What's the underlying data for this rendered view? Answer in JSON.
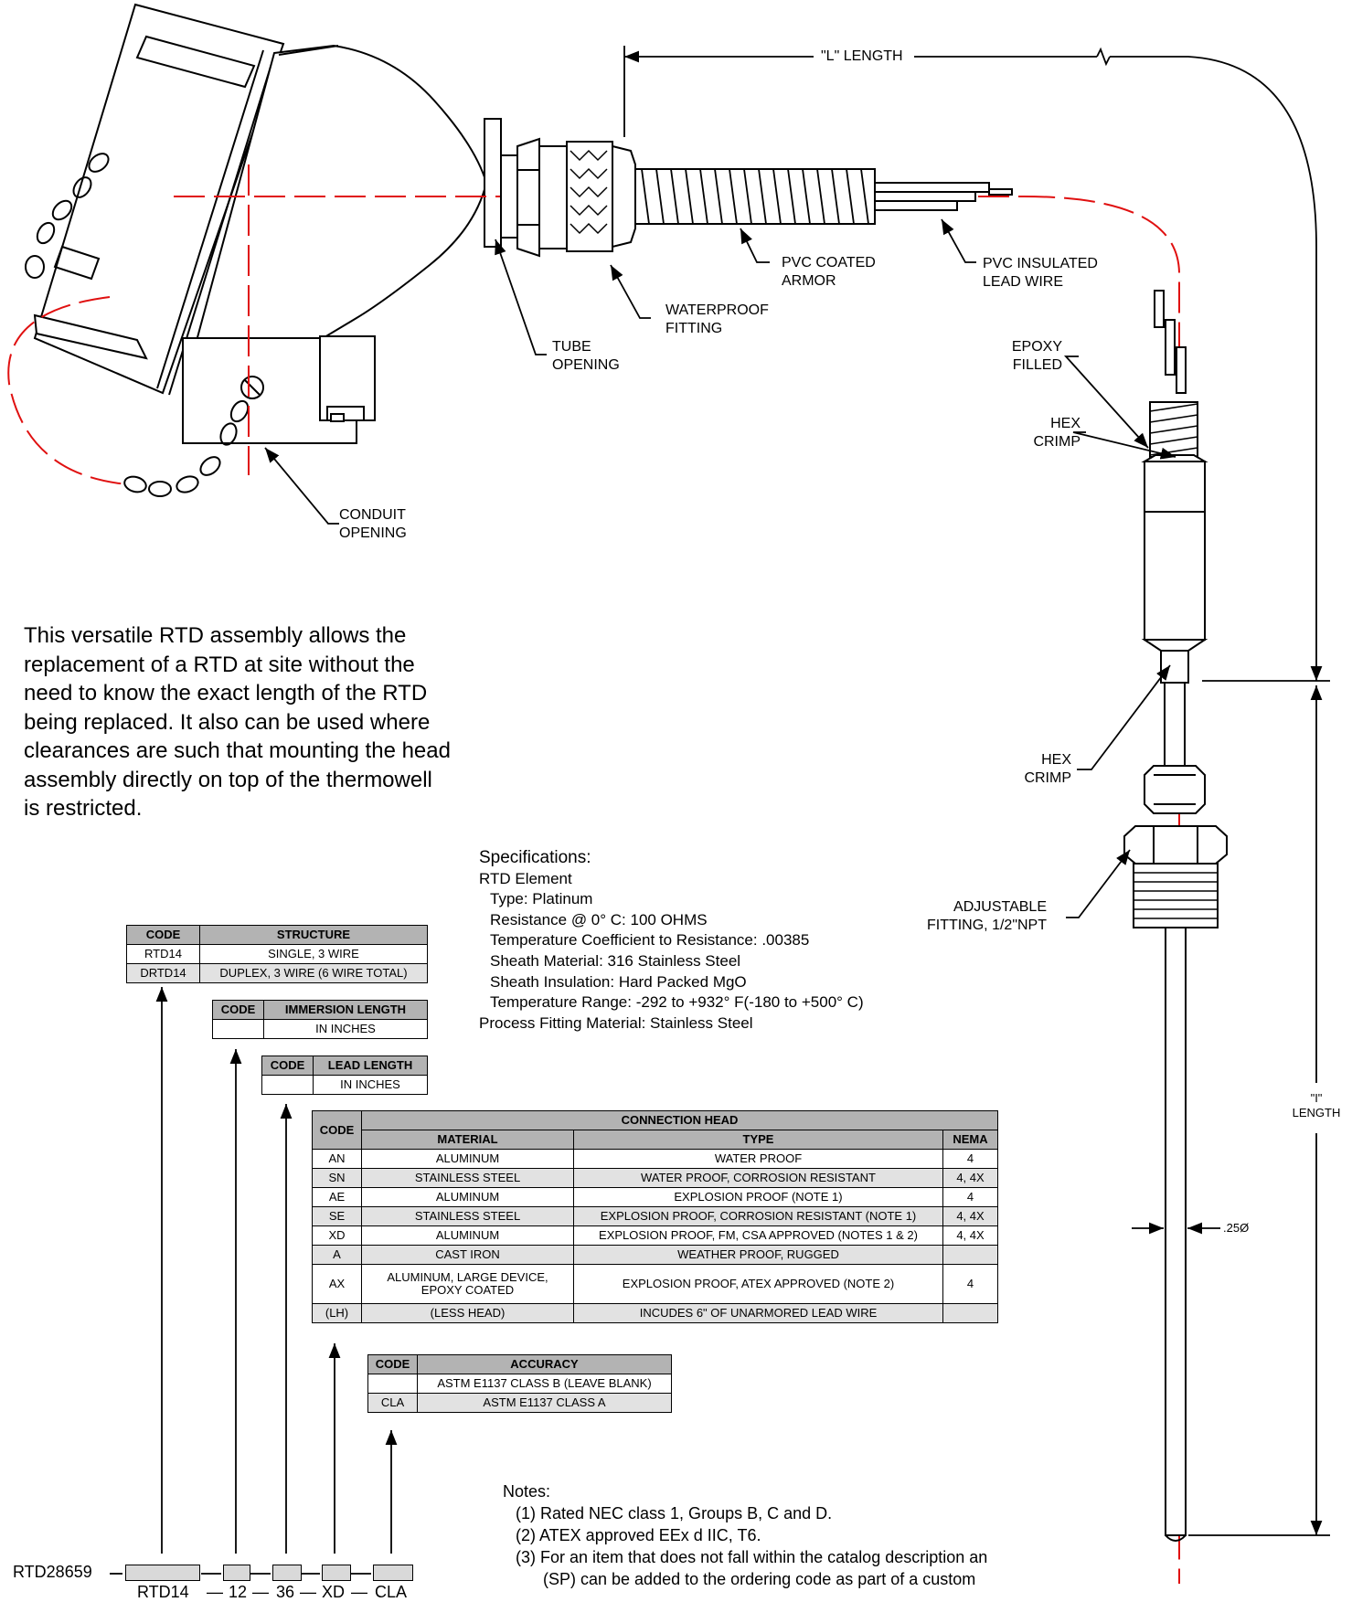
{
  "labels": {
    "l_length": "\"L\" LENGTH",
    "pvc_coated_armor": [
      "PVC COATED",
      "ARMOR"
    ],
    "pvc_insulated_lead": [
      "PVC INSULATED",
      "LEAD WIRE"
    ],
    "waterproof_fitting": [
      "WATERPROOF",
      "FITTING"
    ],
    "tube_opening": [
      "TUBE",
      "OPENING"
    ],
    "conduit_opening": [
      "CONDUIT",
      "OPENING"
    ],
    "epoxy_filled": [
      "EPOXY",
      "FILLED"
    ],
    "hex_crimp_top": [
      "HEX",
      "CRIMP"
    ],
    "hex_crimp_bottom": [
      "HEX",
      "CRIMP"
    ],
    "adjustable_fitting": [
      "ADJUSTABLE",
      "FITTING, 1/2\"NPT"
    ],
    "i_length": [
      "\"I\"",
      "LENGTH"
    ],
    "diameter": ".25Ø"
  },
  "description": "This versatile RTD assembly allows the replacement of a RTD at site without the need to know the exact length of the RTD being replaced.  It also can be used where clearances are such that mounting the head assembly directly on top of the thermowell is restricted.",
  "specifications": {
    "heading": "Specifications:",
    "rtd_element": "RTD Element",
    "items": [
      "Type: Platinum",
      "Resistance @ 0° C: 100 OHMS",
      "Temperature Coefficient to Resistance: .00385",
      "Sheath Material: 316 Stainless Steel",
      "Sheath Insulation: Hard Packed MgO",
      "Temperature Range: -292 to +932° F(-180 to +500° C)"
    ],
    "process_fitting": "Process Fitting Material: Stainless Steel"
  },
  "structure_table": {
    "headers": [
      "CODE",
      "STRUCTURE"
    ],
    "rows": [
      {
        "code": "RTD14",
        "structure": "SINGLE, 3 WIRE"
      },
      {
        "code": "DRTD14",
        "structure": "DUPLEX, 3 WIRE (6 WIRE TOTAL)"
      }
    ]
  },
  "immersion_table": {
    "headers": [
      "CODE",
      "IMMERSION LENGTH"
    ],
    "value": "IN INCHES"
  },
  "lead_table": {
    "headers": [
      "CODE",
      "LEAD LENGTH"
    ],
    "value": "IN INCHES"
  },
  "head_table": {
    "code": "CODE",
    "title": "CONNECTION HEAD",
    "headers": [
      "MATERIAL",
      "TYPE",
      "NEMA"
    ],
    "rows": [
      {
        "code": "AN",
        "material": "ALUMINUM",
        "type": "WATER PROOF",
        "nema": "4"
      },
      {
        "code": "SN",
        "material": "STAINLESS STEEL",
        "type": "WATER PROOF, CORROSION RESISTANT",
        "nema": "4, 4X"
      },
      {
        "code": "AE",
        "material": "ALUMINUM",
        "type": "EXPLOSION PROOF (NOTE 1)",
        "nema": "4"
      },
      {
        "code": "SE",
        "material": "STAINLESS STEEL",
        "type": "EXPLOSION PROOF, CORROSION RESISTANT (NOTE 1)",
        "nema": "4, 4X"
      },
      {
        "code": "XD",
        "material": "ALUMINUM",
        "type": "EXPLOSION PROOF, FM, CSA APPROVED (NOTES 1 & 2)",
        "nema": "4, 4X"
      },
      {
        "code": "A",
        "material": "CAST IRON",
        "type": "WEATHER PROOF, RUGGED",
        "nema": ""
      },
      {
        "code": "AX",
        "material": "ALUMINUM, LARGE DEVICE, EPOXY COATED",
        "type": "EXPLOSION PROOF, ATEX APPROVED (NOTE 2)",
        "nema": "4"
      },
      {
        "code": "(LH)",
        "material": "(LESS HEAD)",
        "type": "INCUDES 6\" OF UNARMORED LEAD WIRE",
        "nema": ""
      }
    ]
  },
  "accuracy_table": {
    "headers": [
      "CODE",
      "ACCURACY"
    ],
    "rows": [
      {
        "code": "",
        "accuracy": "ASTM E1137 CLASS B (LEAVE BLANK)"
      },
      {
        "code": "CLA",
        "accuracy": "ASTM E1137 CLASS A"
      }
    ]
  },
  "ordering": {
    "part_number": "RTD28659",
    "example": [
      "RTD14",
      "12",
      "36",
      "XD",
      "CLA"
    ]
  },
  "notes": {
    "heading": "Notes:",
    "items": [
      "(1) Rated NEC class 1, Groups B, C and D.",
      "(2) ATEX approved EEx d IIC, T6.",
      "(3) For an item that does not fall within the catalog description an",
      "(SP) can be added to the ordering code as part of a custom"
    ]
  },
  "colors": {
    "centerline": "#e01010",
    "header_fill": "#b3b3b3",
    "alt_row": "#e2e2e2",
    "box_fill": "#d9d9d9"
  }
}
